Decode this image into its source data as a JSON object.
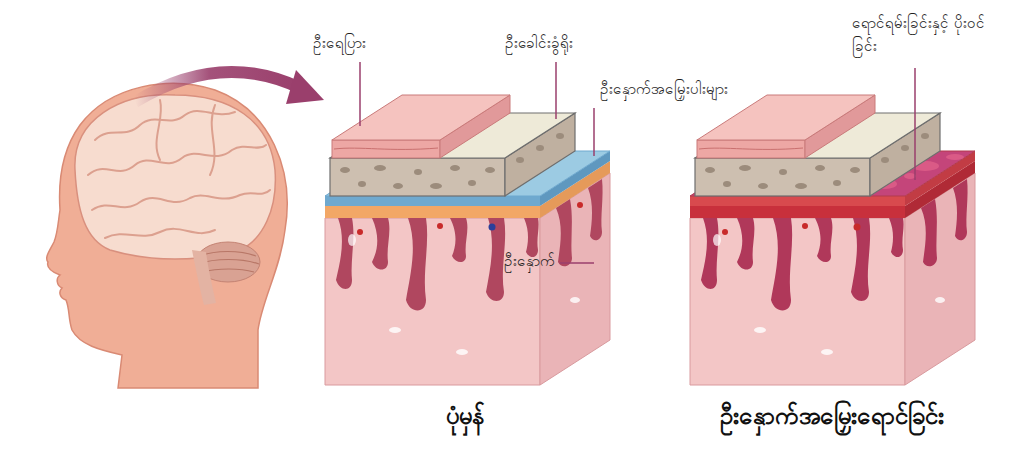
{
  "diagram": {
    "labels": [
      "ဦးရေပြား",
      "ဦးခေါင်းခွံရိုး",
      "ဦးနှောက်အမြှေးပါးများ",
      "ရောင်ရမ်းခြင်းနှင့် ပိုးဝင်ခြင်း",
      "ဦးနှောက်",
      "ပုံမှန်",
      "ဦးနှောက်အမြှေးရောင်ခြင်း"
    ]
  }
}
